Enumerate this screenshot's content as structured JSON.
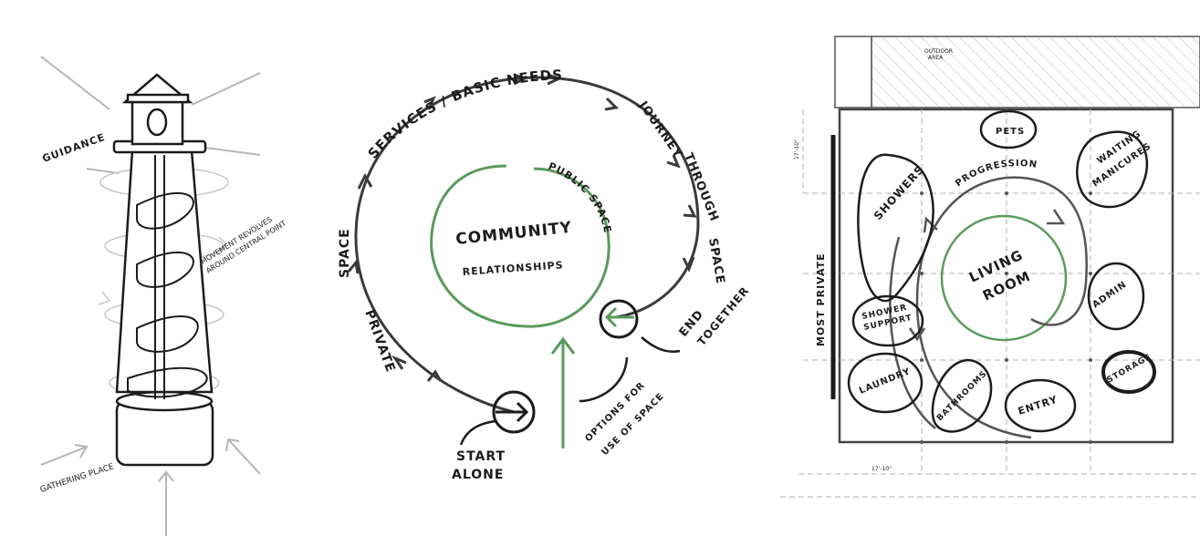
{
  "tower_sketch": {
    "guidance": "GUIDANCE",
    "movement_line1": "MOVEMENT REVOLVES",
    "movement_line2": "AROUND CENTRAL POINT",
    "gathering": "GATHERING PLACE"
  },
  "journey_diagram": {
    "services": "SERVICES / BASIC NEEDS",
    "journey": "JOURNEY",
    "through": "THROUGH",
    "space_right": "SPACE",
    "space_left": "SPACE",
    "private": "PRIVATE",
    "community": "COMMUNITY",
    "relationships": "RELATIONSHIPS",
    "public_space": "PUBLIC SPACE",
    "end": "END",
    "together": "TOGETHER",
    "start": "START",
    "alone": "ALONE",
    "options_line1": "OPTIONS FOR",
    "options_line2": "USE OF SPACE",
    "colors": {
      "ink": "#3a3a3a",
      "green": "#5a9a5a"
    }
  },
  "floor_plan": {
    "outdoor_line1": "OUTDOOR",
    "outdoor_line2": "AREA",
    "pets": "PETS",
    "showers": "SHOWERS",
    "progression": "PROGRESSION",
    "waiting": "WAITING",
    "manicures": "MANICURES",
    "living": "LIVING",
    "room": "ROOM",
    "admin": "ADMIN",
    "most_private": "MOST PRIVATE",
    "shower_support_1": "SHOWER",
    "shower_support_2": "SUPPORT",
    "laundry": "LAUNDRY",
    "bathrooms": "BATHROOMS",
    "entry": "ENTRY",
    "storage": "STORAGE",
    "dim_top": "17'-10\"",
    "dim_bottom": "17'-10\"",
    "colors": {
      "green": "#5a9a5a",
      "hatch": "#bbbbbb"
    }
  }
}
